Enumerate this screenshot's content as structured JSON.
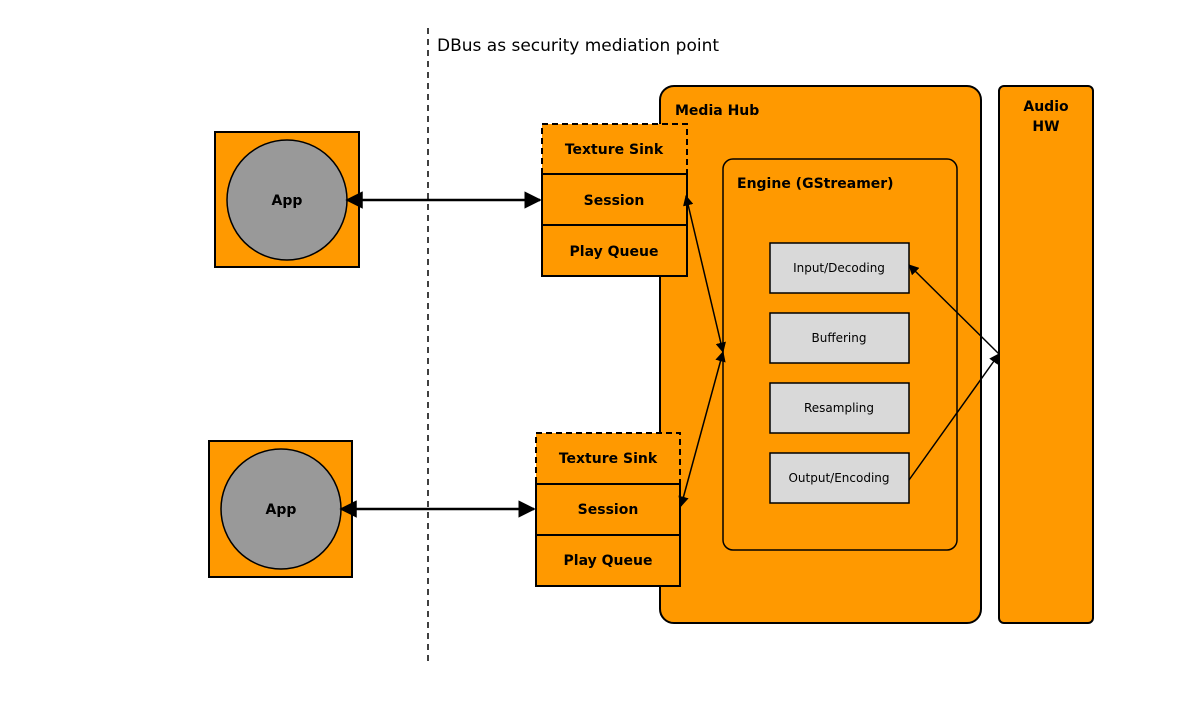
{
  "dbus_caption": "DBus as security mediation point",
  "apps": [
    {
      "label": "App"
    },
    {
      "label": "App"
    }
  ],
  "session_stacks": [
    {
      "texture_sink": "Texture Sink",
      "session": "Session",
      "play_queue": "Play Queue"
    },
    {
      "texture_sink": "Texture Sink",
      "session": "Session",
      "play_queue": "Play Queue"
    }
  ],
  "media_hub": {
    "title": "Media Hub",
    "engine": {
      "title": "Engine (GStreamer)",
      "stages": [
        "Input/Decoding",
        "Buffering",
        "Resampling",
        "Output/Encoding"
      ]
    }
  },
  "audio_hw": {
    "line1": "Audio",
    "line2": "HW"
  },
  "colors": {
    "block_fill": "#ff9900",
    "app_circle": "#999999",
    "stage_fill": "#d9d9d9",
    "stroke": "#000000"
  }
}
